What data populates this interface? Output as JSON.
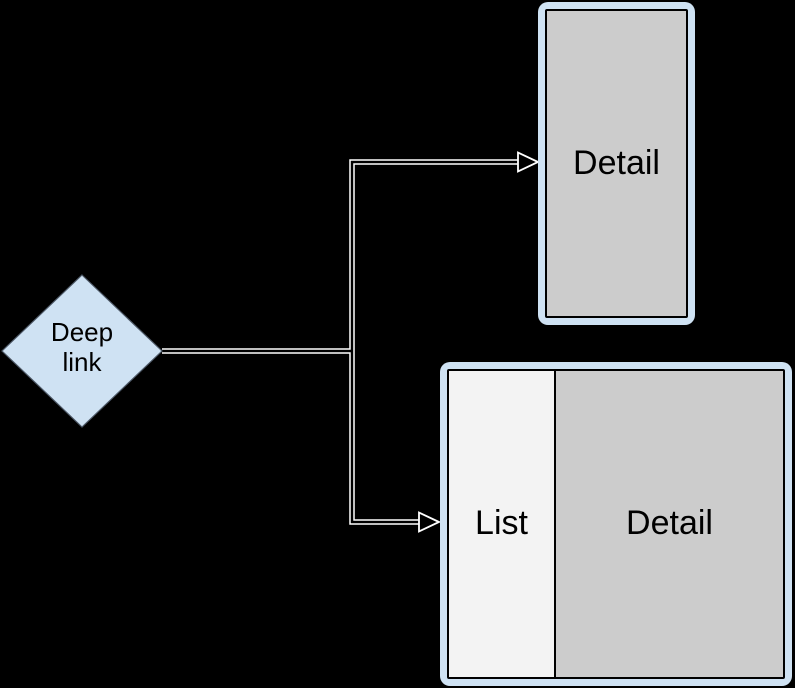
{
  "diagram": {
    "nodes": {
      "deep_link": {
        "label": "Deep\nlink",
        "shape": "diamond"
      },
      "detail_screen": {
        "label": "Detail"
      },
      "list_detail_screen": {
        "list_label": "List",
        "detail_label": "Detail"
      }
    },
    "colors": {
      "background": "#000000",
      "node_fill_blue": "#cfe2f3",
      "pane_gray": "#cccccc",
      "pane_light_gray": "#f3f3f3",
      "pane_border": "#000000",
      "connector_casing": "#ffffff",
      "connector_core": "#000000",
      "text": "#000000"
    }
  }
}
